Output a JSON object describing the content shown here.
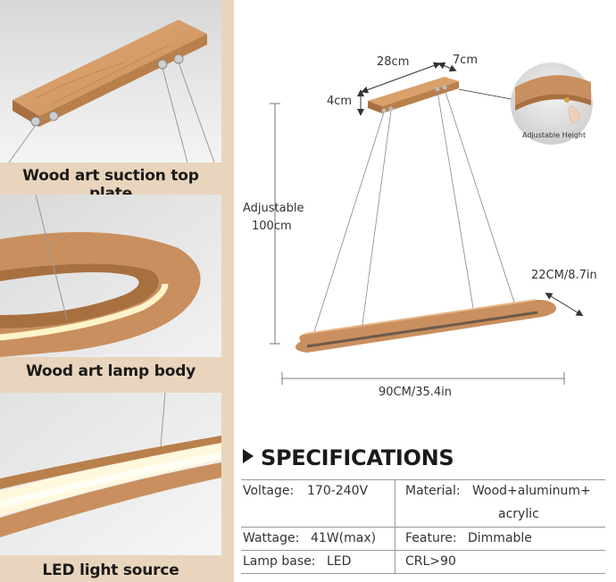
{
  "panels": {
    "top_plate_caption": "Wood art suction top plate",
    "lamp_body_caption": "Wood art lamp body",
    "light_source_caption": "LED light source"
  },
  "diagram": {
    "width_top": "28cm",
    "depth_top": "7cm",
    "height_top": "4cm",
    "adjustable_line1": "Adjustable",
    "adjustable_line2": "100cm",
    "body_depth": "22CM/8.7in",
    "body_length": "90CM/35.4in",
    "callout": "Adjustable Height"
  },
  "specs": {
    "title": "SPECIFICATIONS",
    "voltage_label": "Voltage:",
    "voltage_value": "170-240V",
    "material_label": "Material:",
    "material_value_1": "Wood+aluminum+",
    "material_value_2": "acrylic",
    "wattage_label": "Wattage:",
    "wattage_value": "41W(max)",
    "feature_label": "Feature:",
    "feature_value": "Dimmable",
    "lampbase_label": "Lamp base:",
    "lampbase_value": "LED",
    "crl": "CRL>90"
  },
  "colors": {
    "wood": "#c98f5e",
    "wood_dark": "#a8703f",
    "background_left": "#e9d5bd",
    "led_glow": "#fff3c8"
  }
}
